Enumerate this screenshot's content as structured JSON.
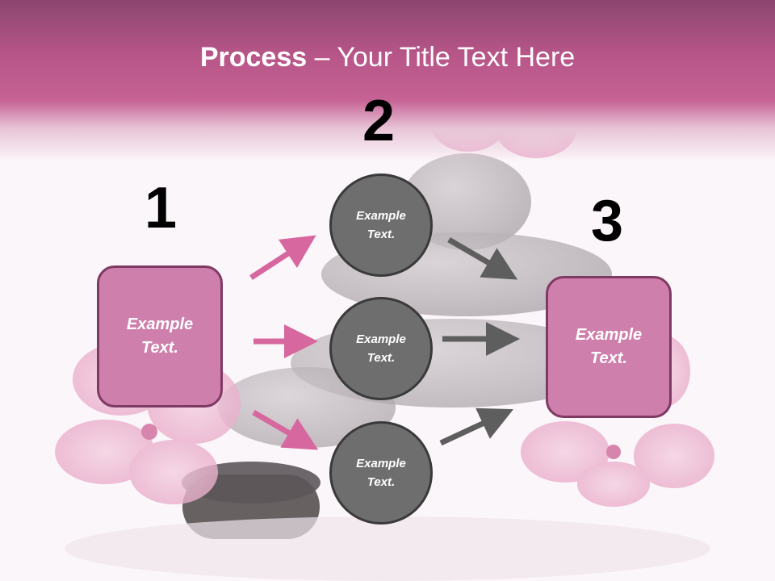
{
  "slide": {
    "title_bold": "Process",
    "title_rest": " – Your Title Text Here"
  },
  "steps": [
    {
      "number": "1"
    },
    {
      "number": "2"
    },
    {
      "number": "3"
    }
  ],
  "left_box": {
    "line1": "Example",
    "line2": "Text."
  },
  "right_box": {
    "line1": "Example",
    "line2": "Text."
  },
  "circles": [
    {
      "line1": "Example",
      "line2": "Text."
    },
    {
      "line1": "Example",
      "line2": "Text."
    },
    {
      "line1": "Example",
      "line2": "Text."
    }
  ],
  "colors": {
    "header": "#c66294",
    "box_fill": "#cf7fab",
    "box_border": "#7f3a63",
    "circle_fill": "#6e6e6e",
    "pink_arrow": "#d7679f",
    "gray_arrow": "#5e5e5e"
  }
}
